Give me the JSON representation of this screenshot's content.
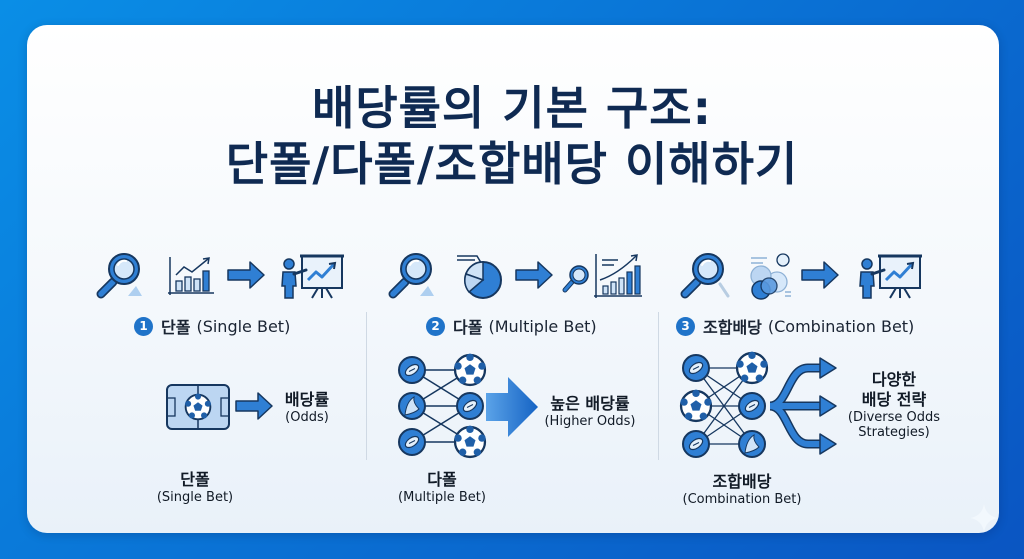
{
  "title": {
    "line1": "배당률의 기본 구조:",
    "line2": "단폴/다폴/조합배당 이해하기"
  },
  "colors": {
    "background_start": "#0a8ee6",
    "background_end": "#0a55c2",
    "title": "#0f2a52",
    "accent_blue": "#1f73c9",
    "icon_fill_light": "#bcd6f2",
    "icon_stroke": "#16375f",
    "card": "#ffffff"
  },
  "steps": [
    {
      "number": "1",
      "label_ko": "단폴",
      "label_en": "(Single Bet)",
      "icons": [
        "magnifier-icon",
        "bar-chart-growth-icon",
        "arrow-right-icon",
        "presenter-chart-icon"
      ],
      "diagram": {
        "input_icon": "soccer-field-icon",
        "arrow": "arrow-right-icon",
        "result_ko": "배당률",
        "result_en": "(Odds)"
      },
      "caption_ko": "단폴",
      "caption_en": "(Single Bet)"
    },
    {
      "number": "2",
      "label_ko": "다폴",
      "label_en": "(Multiple Bet)",
      "icons": [
        "magnifier-icon",
        "pie-chart-icon",
        "arrow-right-icon",
        "small-magnifier-icon",
        "bar-chart-growth-icon"
      ],
      "diagram": {
        "input_icon": "ball-network-icon",
        "arrow": "big-arrow-right-icon",
        "result_ko": "높은 배당률",
        "result_en": "(Higher Odds)"
      },
      "caption_ko": "다폴",
      "caption_en": "(Multiple Bet)"
    },
    {
      "number": "3",
      "label_ko": "조합배당",
      "label_en": "(Combination Bet)",
      "icons": [
        "magnifier-icon",
        "bubble-cluster-icon",
        "arrow-right-icon",
        "presenter-chart-icon"
      ],
      "diagram": {
        "input_icon": "ball-network-full-icon",
        "arrow": "branching-arrows-icon",
        "result_ko_line1": "다양한",
        "result_ko_line2": "배당 전략",
        "result_en_line1": "(Diverse Odds",
        "result_en_line2": "Strategies)"
      },
      "caption_ko": "조합배당",
      "caption_en": "(Combination Bet)"
    }
  ]
}
